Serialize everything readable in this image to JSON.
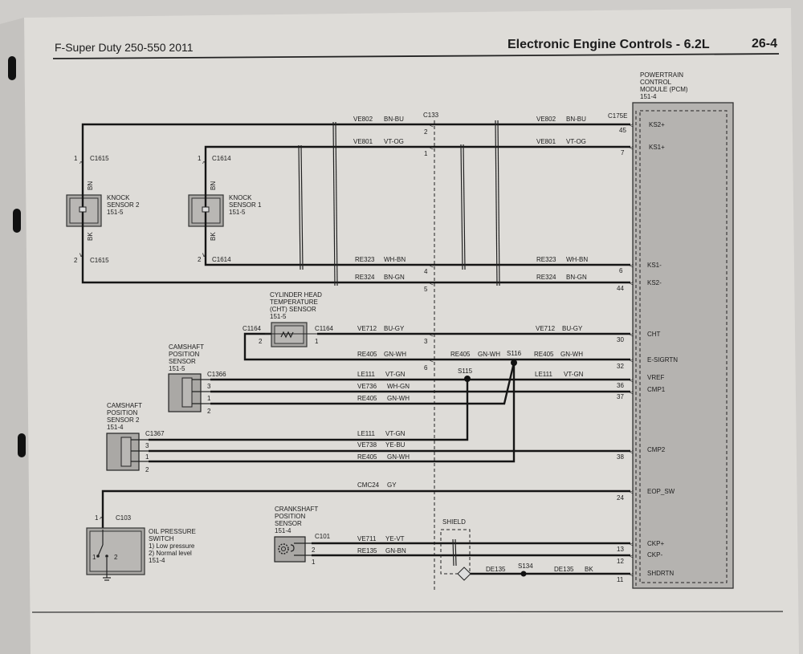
{
  "header": {
    "left_title": "F-Super Duty 250-550 2011",
    "section_title": "Electronic Engine Controls - 6.2L",
    "page_number": "26-4"
  },
  "pcm": {
    "title": [
      "POWERTRAIN",
      "CONTROL",
      "MODULE (PCM)",
      "151-4"
    ],
    "connector": "C175E",
    "pins": [
      {
        "name": "KS2+",
        "pin": "45"
      },
      {
        "name": "KS1+",
        "pin": "7"
      },
      {
        "name": "KS1-",
        "pin": "6"
      },
      {
        "name": "KS2-",
        "pin": "44"
      },
      {
        "name": "CHT",
        "pin": "30"
      },
      {
        "name": "E-SIGRTN",
        "pin": "32"
      },
      {
        "name": "VREF",
        "pin": "36"
      },
      {
        "name": "CMP1",
        "pin": "37"
      },
      {
        "name": "CMP2",
        "pin": "38"
      },
      {
        "name": "EOP_SW",
        "pin": "24"
      },
      {
        "name": "CKP+",
        "pin": "13"
      },
      {
        "name": "CKP-",
        "pin": "12"
      },
      {
        "name": "SHDRTN",
        "pin": "11"
      }
    ]
  },
  "inline_connector": {
    "name": "C133",
    "pins": [
      "2",
      "1",
      "4",
      "5",
      "3",
      "6"
    ]
  },
  "circuits": [
    {
      "circuit": "VE802",
      "color": "BN-BU"
    },
    {
      "circuit": "VE801",
      "color": "VT-OG"
    },
    {
      "circuit": "RE323",
      "color": "WH-BN"
    },
    {
      "circuit": "RE324",
      "color": "BN-GN"
    },
    {
      "circuit": "VE712",
      "color": "BU-GY"
    },
    {
      "circuit": "RE405",
      "color": "GN-WH"
    },
    {
      "circuit": "LE111",
      "color": "VT-GN"
    },
    {
      "circuit": "VE736",
      "color": "WH-GN"
    },
    {
      "circuit": "VE738",
      "color": "YE-BU"
    },
    {
      "circuit": "CMC24",
      "color": "GY"
    },
    {
      "circuit": "VE711",
      "color": "YE-VT"
    },
    {
      "circuit": "RE135",
      "color": "GN-BN"
    },
    {
      "circuit": "DE135",
      "color": "BK"
    }
  ],
  "splices": [
    "S116",
    "S115",
    "S134"
  ],
  "components": {
    "knock2": {
      "lines": [
        "KNOCK",
        "SENSOR 2",
        "151-5"
      ],
      "connector": "C1615",
      "wire_top": "BN",
      "wire_bottom": "BK",
      "pin_top": "1",
      "pin_bottom": "2"
    },
    "knock1": {
      "lines": [
        "KNOCK",
        "SENSOR 1",
        "151-5"
      ],
      "connector": "C1614",
      "wire_top": "BN",
      "wire_bottom": "BK",
      "pin_top": "1",
      "pin_bottom": "2"
    },
    "cht": {
      "lines": [
        "CYLINDER HEAD",
        "TEMPERATURE",
        "(CHT) SENSOR",
        "151-5"
      ],
      "connector": "C1164",
      "pins": [
        "2",
        "1"
      ]
    },
    "cmp1": {
      "lines": [
        "CAMSHAFT",
        "POSITION",
        "SENSOR",
        "151-5"
      ],
      "connector": "C1366",
      "pins": [
        "3",
        "1",
        "2"
      ]
    },
    "cmp2": {
      "lines": [
        "CAMSHAFT",
        "POSITION",
        "SENSOR 2",
        "151-4"
      ],
      "connector": "C1367",
      "pins": [
        "3",
        "1",
        "2"
      ]
    },
    "oil": {
      "lines": [
        "OIL PRESSURE",
        "SWITCH",
        "1) Low pressure",
        "2) Normal level",
        "151-4"
      ],
      "connector": "C103",
      "pin": "1",
      "switch_pins": [
        "1",
        "2"
      ]
    },
    "ckp": {
      "lines": [
        "CRANKSHAFT",
        "POSITION",
        "SENSOR",
        "151-4"
      ],
      "connector": "C101",
      "pins": [
        "2",
        "1"
      ]
    },
    "shield": "SHIELD"
  }
}
